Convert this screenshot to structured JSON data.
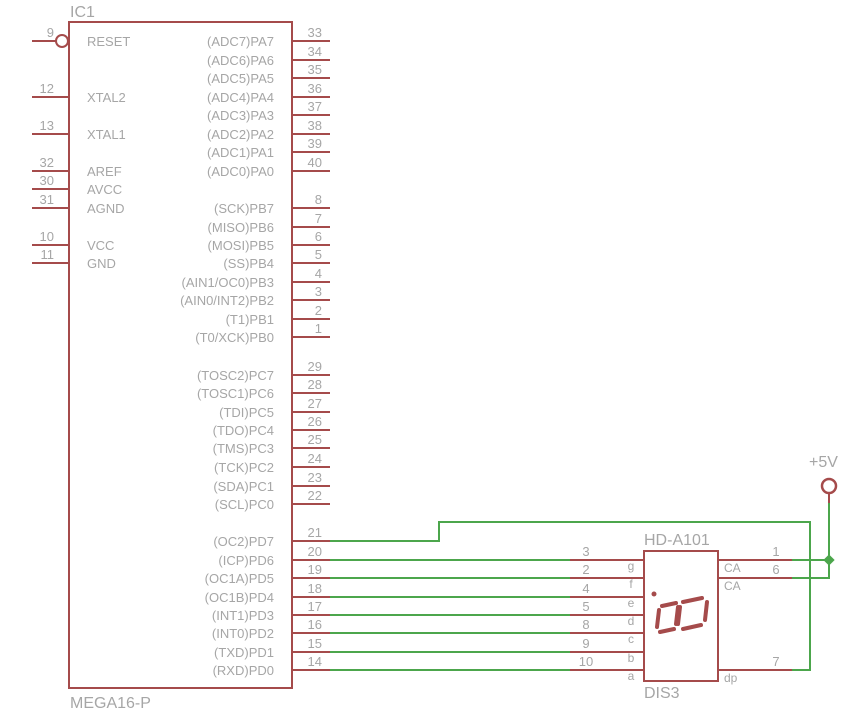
{
  "colors": {
    "symbol": "#a54b4b",
    "wire": "#4ca64c",
    "text": "#a6a6a6",
    "background": "#ffffff"
  },
  "ic1": {
    "name": "IC1",
    "value": "MEGA16-P",
    "left_pins": [
      {
        "num": "9",
        "name": "RESET",
        "inverted": true
      },
      {
        "num": "12",
        "name": "XTAL2"
      },
      {
        "num": "13",
        "name": "XTAL1"
      },
      {
        "num": "32",
        "name": "AREF"
      },
      {
        "num": "30",
        "name": "AVCC"
      },
      {
        "num": "31",
        "name": "AGND"
      },
      {
        "num": "10",
        "name": "VCC"
      },
      {
        "num": "11",
        "name": "GND"
      }
    ],
    "right_pins": [
      {
        "num": "33",
        "name": "(ADC7)PA7"
      },
      {
        "num": "34",
        "name": "(ADC6)PA6"
      },
      {
        "num": "35",
        "name": "(ADC5)PA5"
      },
      {
        "num": "36",
        "name": "(ADC4)PA4"
      },
      {
        "num": "37",
        "name": "(ADC3)PA3"
      },
      {
        "num": "38",
        "name": "(ADC2)PA2"
      },
      {
        "num": "39",
        "name": "(ADC1)PA1"
      },
      {
        "num": "40",
        "name": "(ADC0)PA0"
      },
      {
        "num": "8",
        "name": "(SCK)PB7"
      },
      {
        "num": "7",
        "name": "(MISO)PB6"
      },
      {
        "num": "6",
        "name": "(MOSI)PB5"
      },
      {
        "num": "5",
        "name": "(SS)PB4"
      },
      {
        "num": "4",
        "name": "(AIN1/OC0)PB3"
      },
      {
        "num": "3",
        "name": "(AIN0/INT2)PB2"
      },
      {
        "num": "2",
        "name": "(T1)PB1"
      },
      {
        "num": "1",
        "name": "(T0/XCK)PB0"
      },
      {
        "num": "29",
        "name": "(TOSC2)PC7"
      },
      {
        "num": "28",
        "name": "(TOSC1)PC6"
      },
      {
        "num": "27",
        "name": "(TDI)PC5"
      },
      {
        "num": "26",
        "name": "(TDO)PC4"
      },
      {
        "num": "25",
        "name": "(TMS)PC3"
      },
      {
        "num": "24",
        "name": "(TCK)PC2"
      },
      {
        "num": "23",
        "name": "(SDA)PC1"
      },
      {
        "num": "22",
        "name": "(SCL)PC0"
      },
      {
        "num": "21",
        "name": "(OC2)PD7"
      },
      {
        "num": "20",
        "name": "(ICP)PD6"
      },
      {
        "num": "19",
        "name": "(OC1A)PD5"
      },
      {
        "num": "18",
        "name": "(OC1B)PD4"
      },
      {
        "num": "17",
        "name": "(INT1)PD3"
      },
      {
        "num": "16",
        "name": "(INT0)PD2"
      },
      {
        "num": "15",
        "name": "(TXD)PD1"
      },
      {
        "num": "14",
        "name": "(RXD)PD0"
      }
    ]
  },
  "dis3": {
    "name": "DIS3",
    "value": "HD-A101",
    "left_pins": [
      {
        "num": "3",
        "name": "g"
      },
      {
        "num": "2",
        "name": "f"
      },
      {
        "num": "4",
        "name": "e"
      },
      {
        "num": "5",
        "name": "d"
      },
      {
        "num": "8",
        "name": "c"
      },
      {
        "num": "9",
        "name": "b"
      },
      {
        "num": "10",
        "name": "a"
      }
    ],
    "right_pins": [
      {
        "num": "1",
        "name": "CA"
      },
      {
        "num": "6",
        "name": "CA"
      },
      {
        "num": "7",
        "name": "dp"
      }
    ]
  },
  "supply": {
    "label": "+5V"
  },
  "nets": [
    {
      "from": "IC1.PD7 (21)",
      "to": "DIS3.dp (7)"
    },
    {
      "from": "IC1.PD6 (20)",
      "to": "DIS3.g (3)"
    },
    {
      "from": "IC1.PD5 (19)",
      "to": "DIS3.f (2)"
    },
    {
      "from": "IC1.PD4 (18)",
      "to": "DIS3.e (4)"
    },
    {
      "from": "IC1.PD3 (17)",
      "to": "DIS3.d (5)"
    },
    {
      "from": "IC1.PD2 (16)",
      "to": "DIS3.c (8)"
    },
    {
      "from": "IC1.PD1 (15)",
      "to": "DIS3.b (9)"
    },
    {
      "from": "IC1.PD0 (14)",
      "to": "DIS3.a (10)"
    },
    {
      "from": "+5V",
      "to": "DIS3.CA (1), DIS3.CA (6)"
    }
  ]
}
